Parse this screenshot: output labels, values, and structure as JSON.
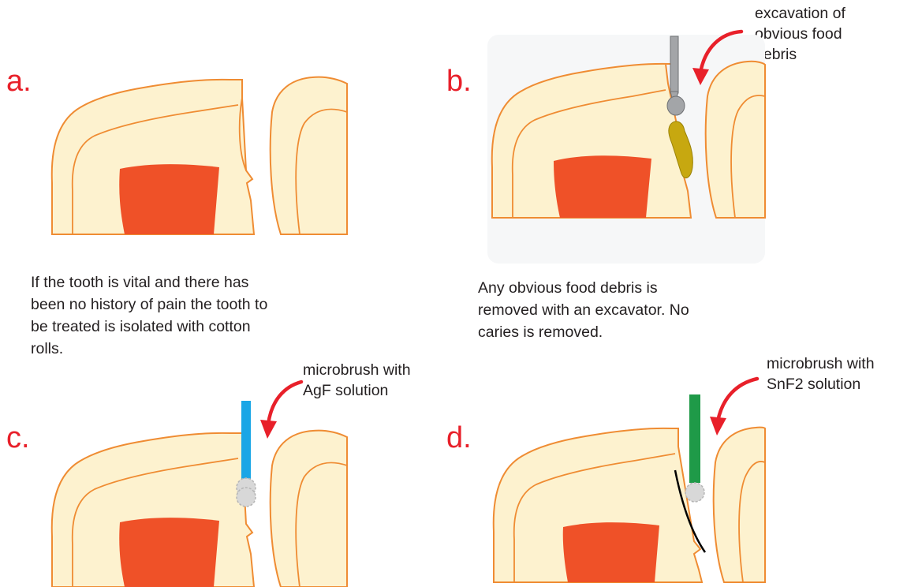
{
  "colors": {
    "panel_letter": "#e8202a",
    "enamel_outline": "#ef8c33",
    "dentin": "#fdf2cf",
    "pulp": "#ef5128",
    "arrow": "#e8202a",
    "excavator": "#a3a5a8",
    "food_debris": "#c7a810",
    "agf_brush": "#1aa6e6",
    "snf2_brush": "#1f9a48",
    "brush_tip": "#d8d8d8",
    "caries_line": "#000000",
    "background_b": "#f6f7f8"
  },
  "panels": [
    {
      "letter": "a.",
      "caption_lines": [
        "If the tooth is vital and there has",
        "been no history of pain the tooth to",
        "be treated is isolated with cotton",
        "rolls."
      ]
    },
    {
      "letter": "b.",
      "callout_lines": [
        "excavation of",
        "obvious food",
        "debris"
      ],
      "caption_lines": [
        "Any obvious food debris is",
        "removed with an excavator. No",
        "caries is removed."
      ],
      "instrument_icon": "excavator-icon"
    },
    {
      "letter": "c.",
      "callout_lines": [
        "microbrush with",
        "AgF solution"
      ],
      "instrument_icon": "microbrush-icon"
    },
    {
      "letter": "d.",
      "callout_lines": [
        "microbrush with",
        "SnF2 solution"
      ],
      "instrument_icon": "microbrush-icon"
    }
  ]
}
